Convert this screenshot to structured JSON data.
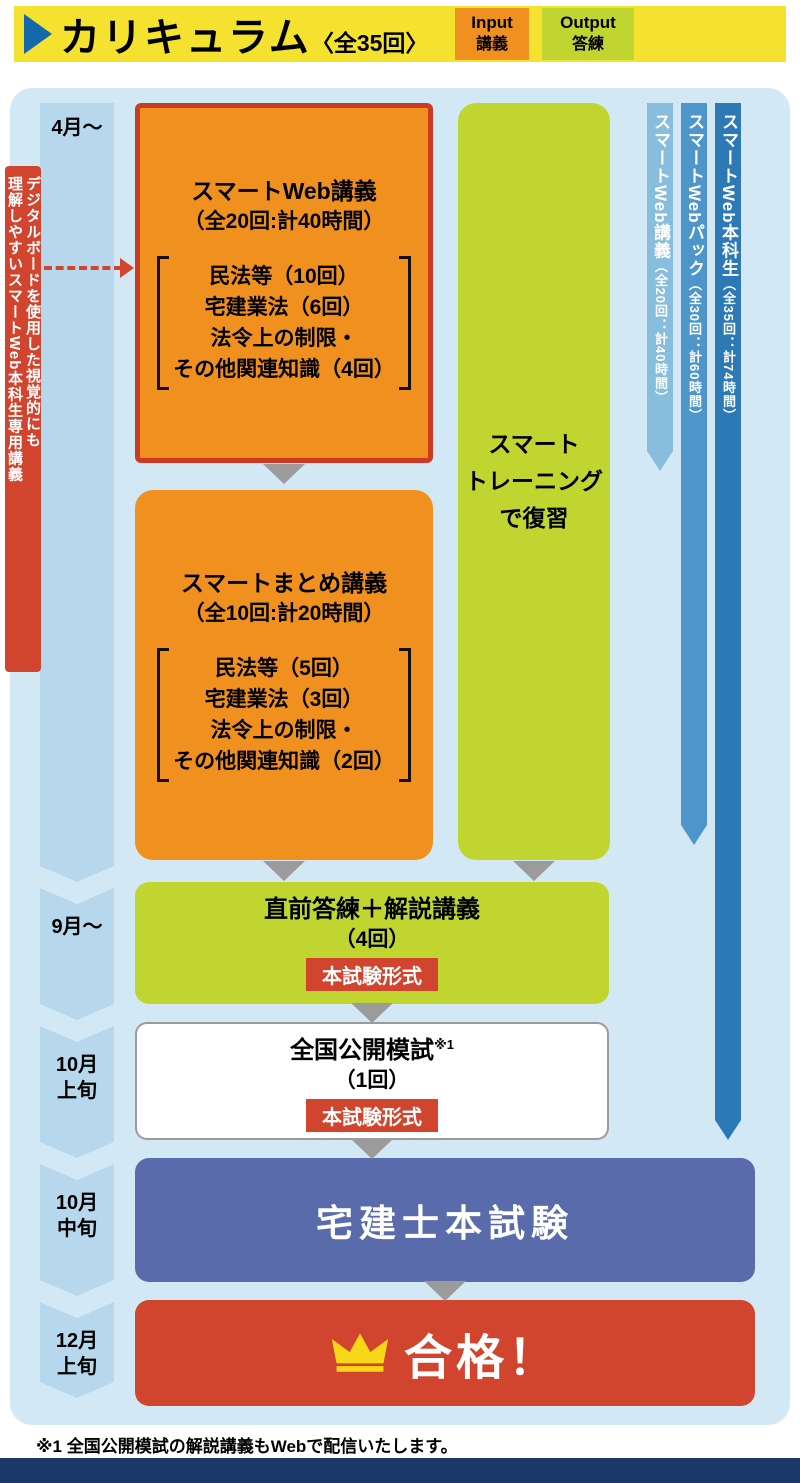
{
  "colors": {
    "header_yellow": "#f5e22f",
    "accent_blue": "#1668ad",
    "input_orange": "#f0911f",
    "output_green": "#c0d52f",
    "panel_blue": "#d3e8f5",
    "timeline_blue": "#b7d8ec",
    "banner_red": "#d1452f",
    "web_box_border_red": "#cb3a23",
    "exam_blue": "#5a6bac",
    "ribbon_light_blue": "#88bddd",
    "ribbon_mid_blue": "#4e96c9",
    "ribbon_dark_blue": "#2c79b6",
    "crown_gold": "#f6d818",
    "footer_navy": "#1b3a69"
  },
  "header": {
    "title": "カリキュラム",
    "suffix": "〈全35回〉",
    "legend_input": {
      "en": "Input",
      "ja": "講義"
    },
    "legend_output": {
      "en": "Output",
      "ja": "答練"
    }
  },
  "timeline": {
    "months": [
      {
        "label": "4月〜"
      },
      {
        "label": "9月〜"
      },
      {
        "label": "10月\n上旬"
      },
      {
        "label": "10月\n中旬"
      },
      {
        "label": "12月\n上旬"
      }
    ]
  },
  "side_banner": {
    "line1": "デジタルボードを使用した視覚的にも",
    "line2": "理解しやすいスマートWeb本科生専用講義"
  },
  "flow": {
    "web_lecture": {
      "title": "スマートWeb講義",
      "subtitle": "（全20回:計40時間）",
      "items": "民法等（10回）\n宅建業法（6回）\n法令上の制限・\nその他関連知識（4回）"
    },
    "matome_lecture": {
      "title": "スマートまとめ講義",
      "subtitle": "（全10回:計20時間）",
      "items": "民法等（5回）\n宅建業法（3回）\n法令上の制限・\nその他関連知識（2回）"
    },
    "training": {
      "label": "スマート\nトレーニング\nで復習"
    },
    "chokuzen": {
      "title": "直前答練＋解説講義",
      "subtitle": "（4回）",
      "badge": "本試験形式"
    },
    "moshi": {
      "title": "全国公開模試",
      "sup": "※1",
      "subtitle": "（1回）",
      "badge": "本試験形式"
    },
    "exam": {
      "label": "宅建士本試験"
    },
    "goukaku": {
      "label": "合格！"
    }
  },
  "ribbons": [
    {
      "name": "スマートWeb講義",
      "detail": "（全20回：計40時間）"
    },
    {
      "name": "スマートWebパック",
      "detail": "（全30回：計60時間）"
    },
    {
      "name": "スマートWeb本科生",
      "detail": "（全35回：計74時間）"
    }
  ],
  "footnote": "※1 全国公開模試の解説講義もWebで配信いたします。"
}
